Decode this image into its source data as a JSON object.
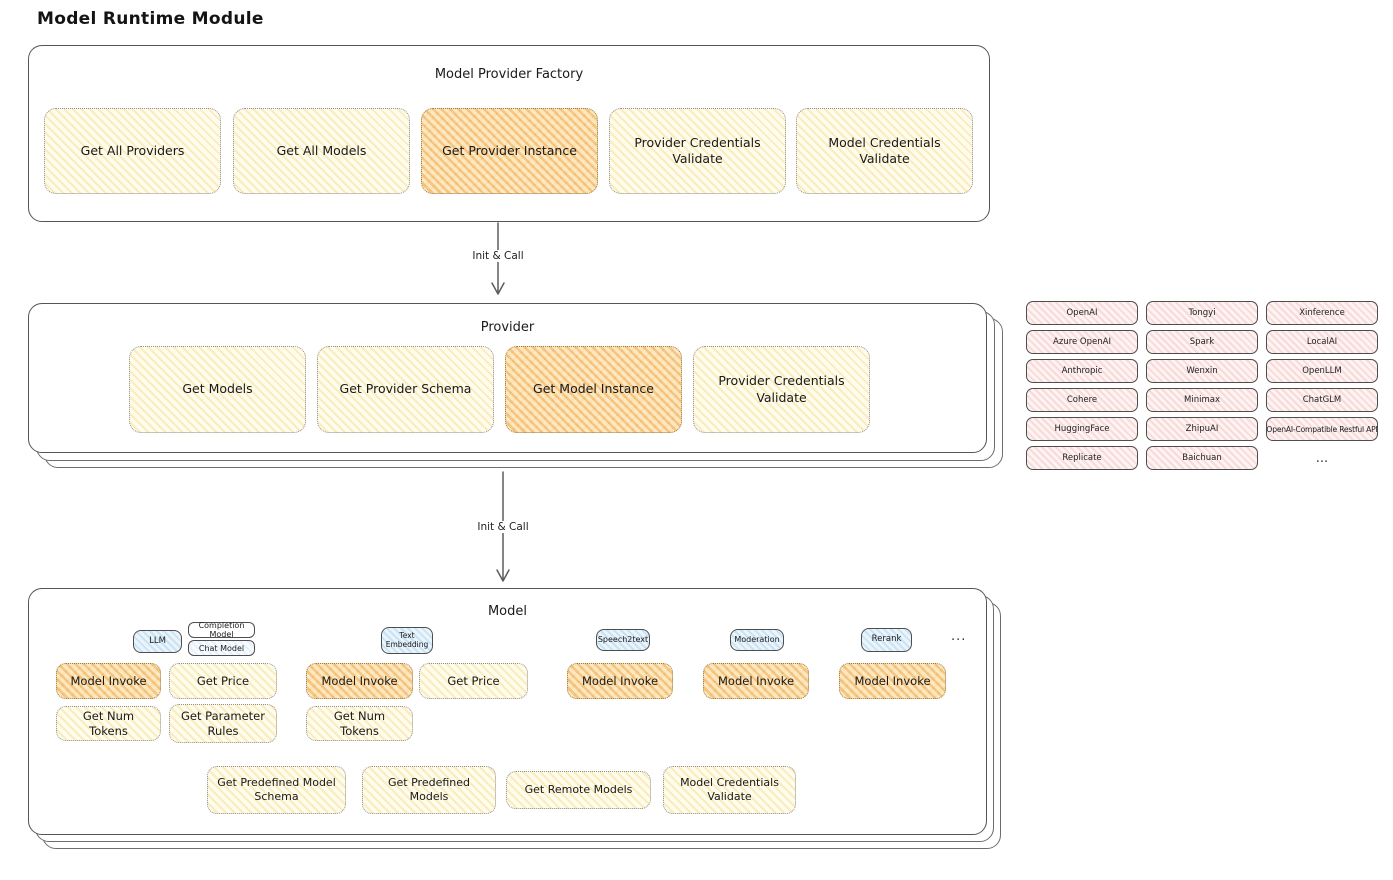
{
  "title": "Model Runtime Module",
  "colors": {
    "highlight_hatch": "#f2ac4e",
    "node_fill": "#fffcf0",
    "provider_fill": "#fdf1f0",
    "type_tag_fill": "#e9f4fb",
    "outline": "#555555"
  },
  "arrows": {
    "label1": "Init & Call",
    "label2": "Init & Call"
  },
  "factory": {
    "title": "Model Provider Factory",
    "buttons": [
      {
        "label": "Get All Providers",
        "highlighted": false
      },
      {
        "label": "Get All Models",
        "highlighted": false
      },
      {
        "label": "Get Provider Instance",
        "highlighted": true
      },
      {
        "label": "Provider Credentials Validate",
        "highlighted": false
      },
      {
        "label": "Model Credentials Validate",
        "highlighted": false
      }
    ]
  },
  "provider": {
    "title": "Provider",
    "buttons": [
      {
        "label": "Get Models",
        "highlighted": false
      },
      {
        "label": "Get Provider Schema",
        "highlighted": false
      },
      {
        "label": "Get Model Instance",
        "highlighted": true
      },
      {
        "label": "Provider Credentials Validate",
        "highlighted": false
      }
    ]
  },
  "provider_grid": {
    "col1": [
      "OpenAI",
      "Azure OpenAI",
      "Anthropic",
      "Cohere",
      "HuggingFace",
      "Replicate"
    ],
    "col2": [
      "Tongyi",
      "Spark",
      "Wenxin",
      "Minimax",
      "ZhipuAI",
      "Baichuan"
    ],
    "col3": [
      "Xinference",
      "LocalAI",
      "OpenLLM",
      "ChatGLM",
      "OpenAI-Compatible Restful API"
    ],
    "more": "..."
  },
  "model": {
    "title": "Model",
    "types": {
      "llm": "LLM",
      "completion": "Completion Model",
      "chat": "Chat Model",
      "embedding": "Text Embedding",
      "speech2text": "Speech2text",
      "moderation": "Moderation",
      "rerank": "Rerank",
      "more": "..."
    },
    "buttons": {
      "llm_invoke": "Model Invoke",
      "llm_price": "Get Price",
      "llm_tokens": "Get Num Tokens",
      "llm_rules": "Get Parameter Rules",
      "emb_invoke": "Model Invoke",
      "emb_price": "Get Price",
      "emb_tokens": "Get Num Tokens",
      "s2t_invoke": "Model Invoke",
      "mod_invoke": "Model Invoke",
      "rerank_invoke": "Model Invoke"
    },
    "footer": [
      "Get Predefined Model Schema",
      "Get Predefined Models",
      "Get Remote Models",
      "Model Credentials Validate"
    ]
  }
}
